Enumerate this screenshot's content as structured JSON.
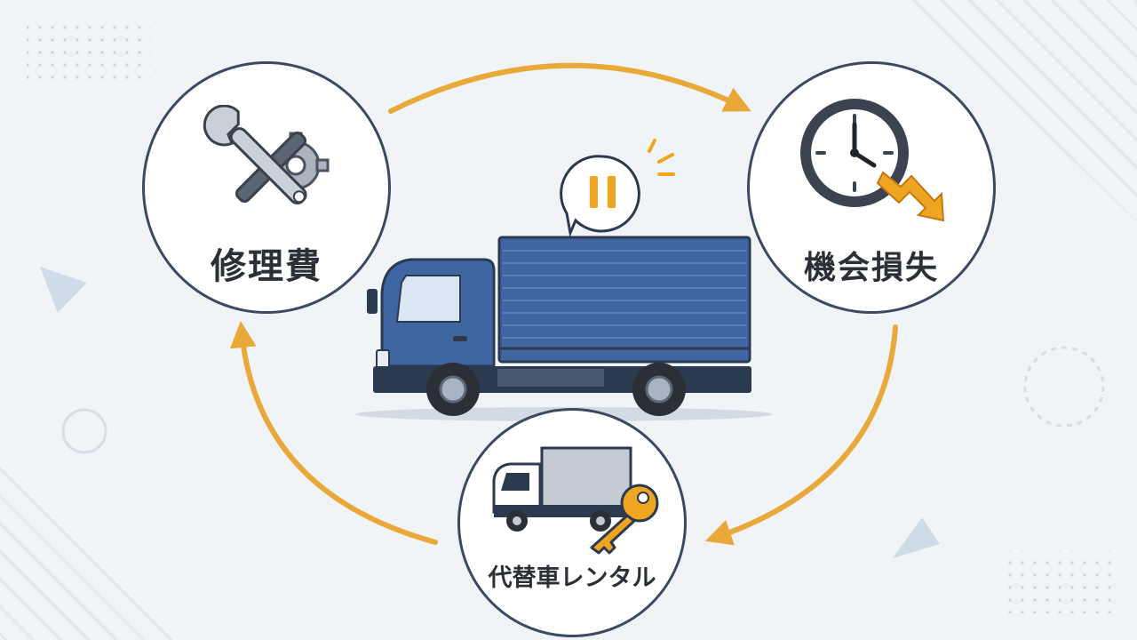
{
  "labels": {
    "repair_cost": "修理費",
    "opportunity_loss": "機会損失",
    "rental_car": "代替車レンタル"
  },
  "colors": {
    "background": "#f1f4f7",
    "arrow": "#e9a83a",
    "circle_border": "#3b4a62",
    "truck_blue": "#3f66a0",
    "accent_orange": "#f0a522"
  },
  "icons": {
    "repair": [
      "wrench-icon",
      "gear-icon"
    ],
    "loss": [
      "clock-icon",
      "downtrend-arrow-icon"
    ],
    "rental": [
      "truck-icon",
      "key-icon"
    ],
    "center": [
      "blue-truck-illustration",
      "pause-bubble-icon"
    ]
  }
}
